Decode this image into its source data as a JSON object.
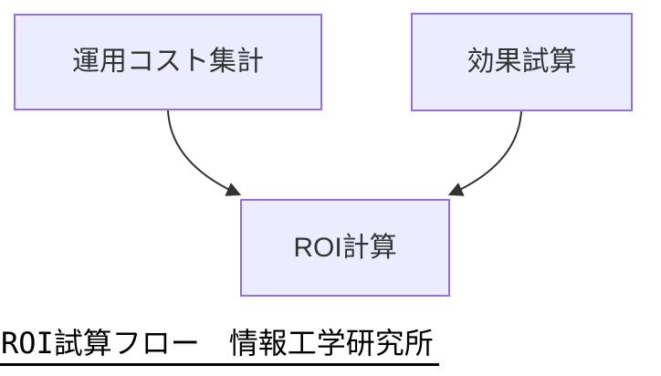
{
  "diagram": {
    "type": "flowchart",
    "direction": "top-down",
    "nodes": [
      {
        "id": "cost",
        "label": "運用コスト集計"
      },
      {
        "id": "effect",
        "label": "効果試算"
      },
      {
        "id": "roi",
        "label": "ROI計算"
      }
    ],
    "edges": [
      {
        "from": "cost",
        "to": "roi",
        "style": "curved-arrow"
      },
      {
        "from": "effect",
        "to": "roi",
        "style": "curved-arrow"
      }
    ],
    "colors": {
      "node_fill": "#ECECFF",
      "node_border": "#9370DB",
      "node_text": "#333333",
      "edge": "#333333",
      "title_text": "#000000"
    }
  },
  "caption": {
    "text": "ROI試算フロー　情報工学研究所"
  }
}
